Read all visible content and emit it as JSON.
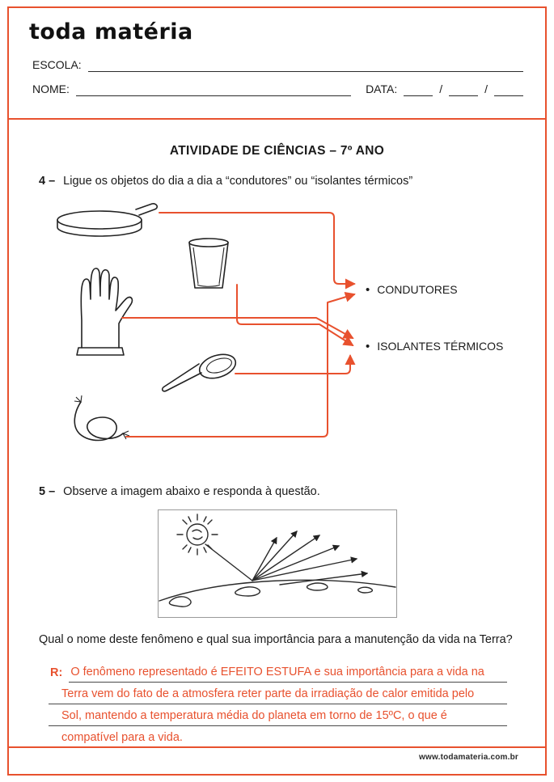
{
  "page": {
    "brand": "toda matéria",
    "footer_url": "www.todamateria.com.br",
    "accent_color": "#e8512e"
  },
  "header": {
    "escola_label": "ESCOLA:",
    "nome_label": "NOME:",
    "data_label": "DATA:",
    "date_slash": "/"
  },
  "worksheet": {
    "title": "ATIVIDADE DE CIÊNCIAS – 7º ANO",
    "q4": {
      "number": "4 –",
      "prompt": "Ligue os objetos do dia a dia a “condutores” ou “isolantes térmicos”",
      "bullet": "•",
      "options": [
        {
          "label": "CONDUTORES"
        },
        {
          "label": "ISOLANTES TÉRMICOS"
        }
      ],
      "objects": [
        "frying-pan-icon",
        "glass-cup-icon",
        "glove-icon",
        "wooden-spoon-icon",
        "wire-icon"
      ]
    },
    "q5": {
      "number": "5 –",
      "prompt": "Observe a imagem abaixo e responda à questão.",
      "question": "Qual o nome deste fenômeno e qual sua importância para a manutenção da vida na Terra?",
      "answer_label": "R:",
      "answer_lines": [
        "O fenômeno representado é EFEITO ESTUFA e sua importância para a vida na",
        "Terra vem do fato de a atmosfera reter parte da irradiação de calor emitida pelo",
        "Sol, mantendo a temperatura média do planeta em torno de 15ºC, o que é",
        "compatível para a vida."
      ]
    }
  }
}
